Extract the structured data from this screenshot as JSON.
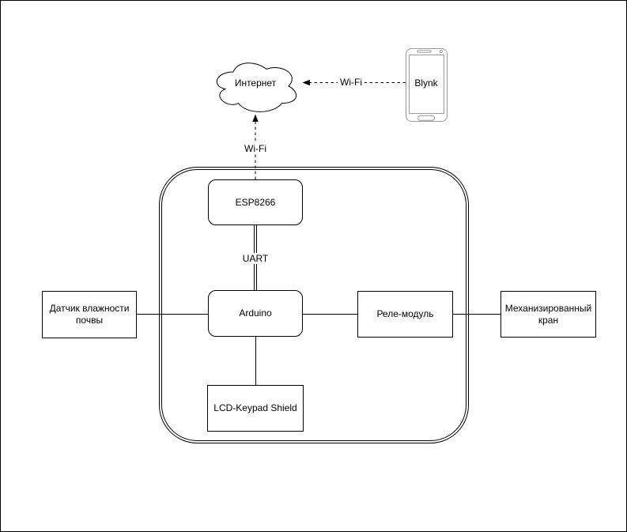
{
  "cloud": {
    "label": "Интернет"
  },
  "phone": {
    "label": "Blynk"
  },
  "connections": {
    "wifi_phone_label": "Wi-Fi",
    "wifi_esp_label": "Wi-Fi",
    "uart_label": "UART"
  },
  "nodes": {
    "esp8266": {
      "label": "ESP8266"
    },
    "arduino": {
      "label": "Arduino"
    },
    "lcd_keypad": {
      "label": "LCD-Keypad Shield"
    },
    "soil_sensor": {
      "label": "Датчик влажности почвы"
    },
    "relay": {
      "label": "Реле-модуль"
    },
    "valve": {
      "label": "Механизированный кран"
    }
  },
  "colors": {
    "stroke": "#000000",
    "phone_stroke": "#999999",
    "background": "#ffffff"
  }
}
